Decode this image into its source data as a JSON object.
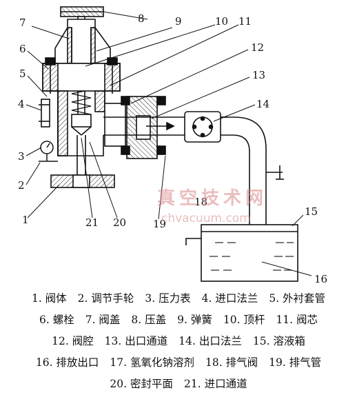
{
  "part_numbers": [
    "1",
    "2",
    "3",
    "4",
    "5",
    "6",
    "7",
    "8",
    "9",
    "10",
    "11",
    "12",
    "13",
    "14",
    "15",
    "16",
    "18",
    "19",
    "20",
    "21"
  ],
  "watermark": {
    "title": "真空技术网",
    "url": "chvacuum.com"
  },
  "legend": {
    "lines": [
      [
        {
          "n": "1.",
          "t": "阀体"
        },
        {
          "n": "2.",
          "t": "调节手轮"
        },
        {
          "n": "3.",
          "t": "压力表"
        },
        {
          "n": "4.",
          "t": "进口法兰"
        },
        {
          "n": "5.",
          "t": "外衬套管"
        }
      ],
      [
        {
          "n": "6.",
          "t": "螺栓"
        },
        {
          "n": "7.",
          "t": "阀盖"
        },
        {
          "n": "8.",
          "t": "压盖"
        },
        {
          "n": "9.",
          "t": "弹簧"
        },
        {
          "n": "10.",
          "t": "顶杆"
        },
        {
          "n": "11.",
          "t": "阀芯"
        }
      ],
      [
        {
          "n": "12.",
          "t": "阀腔"
        },
        {
          "n": "13.",
          "t": "出口通道"
        },
        {
          "n": "14.",
          "t": "出口法兰"
        },
        {
          "n": "15.",
          "t": "溶液箱"
        }
      ],
      [
        {
          "n": "16.",
          "t": "排放出口"
        },
        {
          "n": "17.",
          "t": "氢氧化钠溶剂"
        },
        {
          "n": "18.",
          "t": "排气阀"
        },
        {
          "n": "19.",
          "t": "排气管"
        }
      ],
      [
        {
          "n": "20.",
          "t": "密封平面"
        },
        {
          "n": "21.",
          "t": "进口通道"
        }
      ]
    ]
  }
}
